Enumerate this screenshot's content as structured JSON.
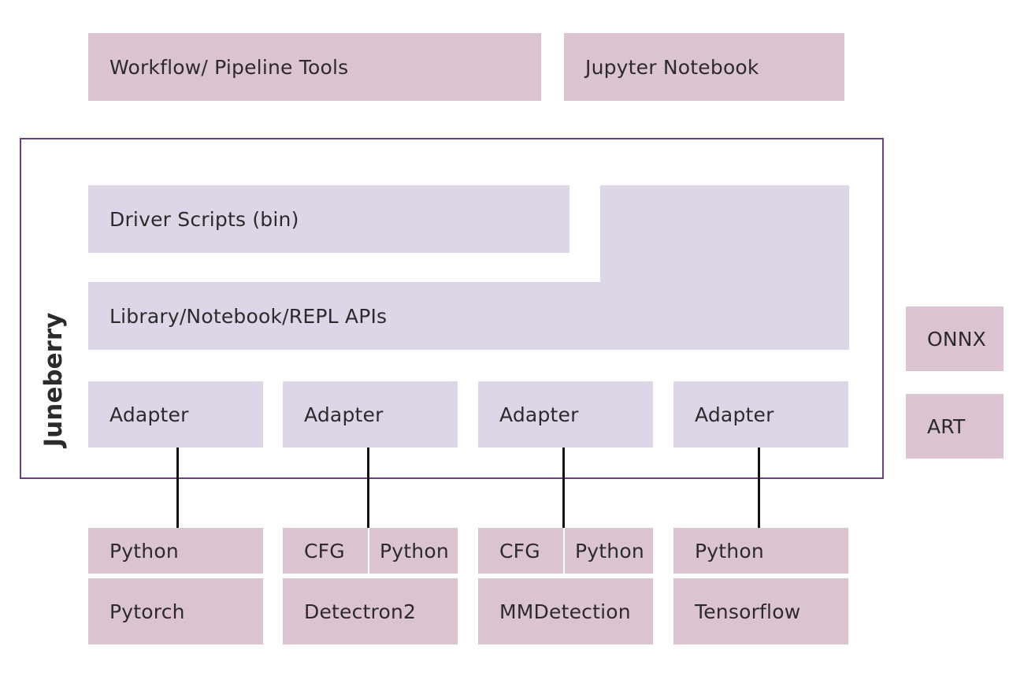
{
  "top": {
    "workflow_label": "Workflow/ Pipeline Tools",
    "jupyter_label": "Jupyter Notebook"
  },
  "juneberry": {
    "title": "Juneberry",
    "driver_scripts_label": "Driver Scripts (bin)",
    "library_apis_label": "Library/Notebook/REPL APIs",
    "adapters": [
      "Adapter",
      "Adapter",
      "Adapter",
      "Adapter"
    ]
  },
  "side": {
    "onnx_label": "ONNX",
    "art_label": "ART"
  },
  "frameworks": [
    {
      "top_cells": [
        "Python"
      ],
      "bottom_label": "Pytorch"
    },
    {
      "top_cells": [
        "CFG",
        "Python"
      ],
      "bottom_label": "Detectron2"
    },
    {
      "top_cells": [
        "CFG",
        "Python"
      ],
      "bottom_label": "MMDetection"
    },
    {
      "top_cells": [
        "Python"
      ],
      "bottom_label": "Tensorflow"
    }
  ],
  "colors": {
    "pink_box": "#dcc3d1",
    "lavender_box": "#ddd6e7",
    "frame_border": "#6e3f7c",
    "connector": "#111111"
  }
}
